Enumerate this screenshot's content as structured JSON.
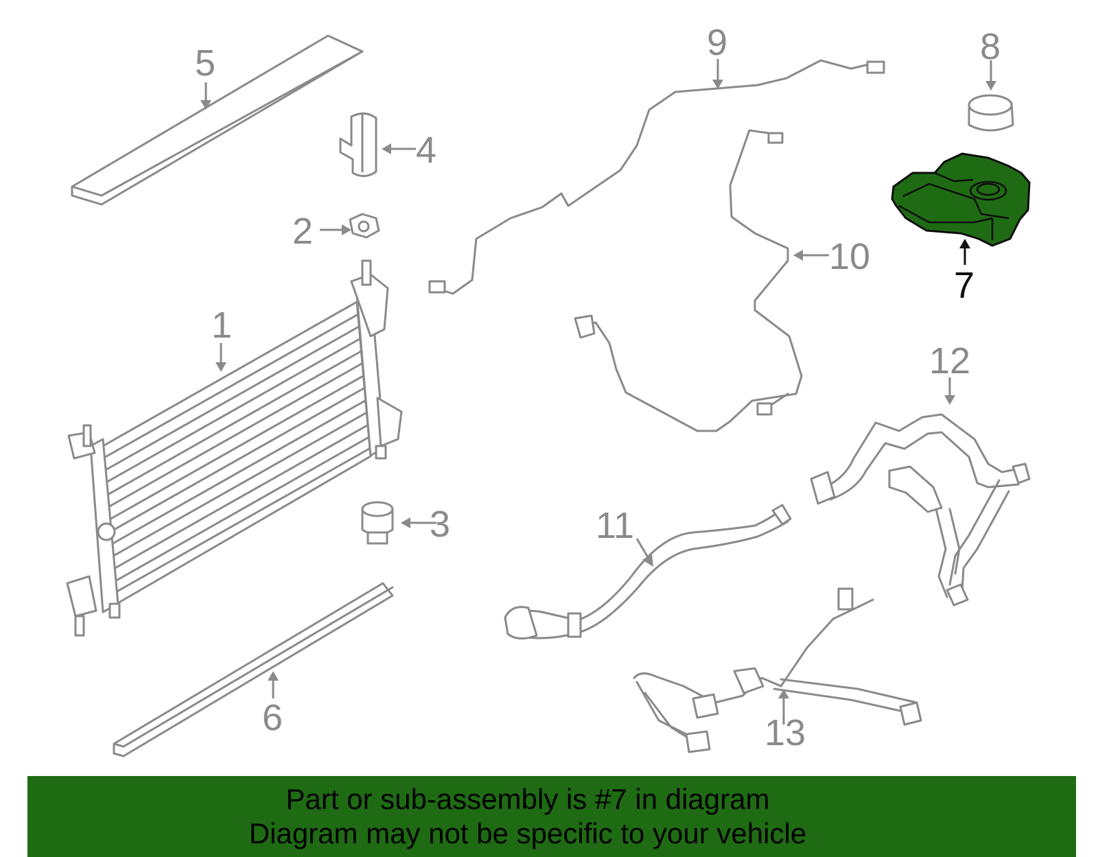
{
  "diagram": {
    "highlighted_part": "7",
    "highlight_color": "#1f6b14",
    "callouts": [
      "1",
      "2",
      "3",
      "4",
      "5",
      "6",
      "7",
      "8",
      "9",
      "10",
      "11",
      "12",
      "13"
    ]
  },
  "banner": {
    "line1": "Part or sub-assembly is #7 in diagram",
    "line2": "Diagram may not be specific to your vehicle",
    "background": "#1f6b14"
  }
}
